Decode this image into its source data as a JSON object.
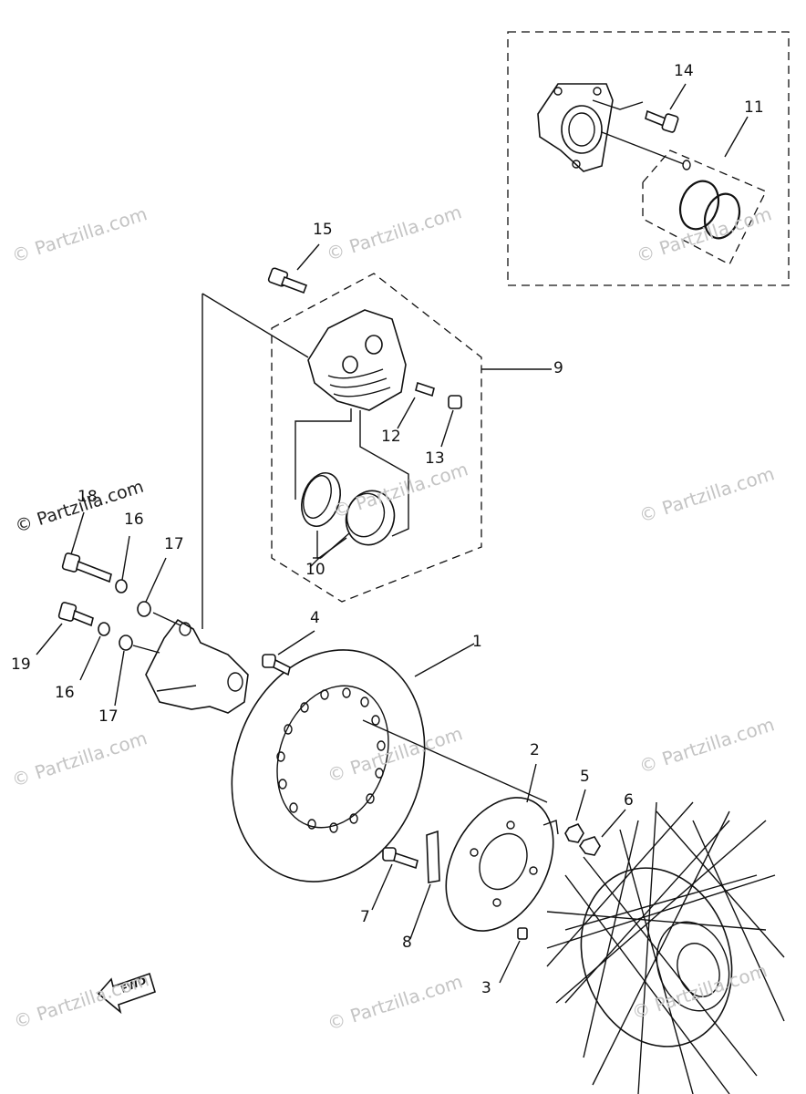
{
  "watermarks": [
    "© Partzilla.com",
    "© Partzilla.com",
    "© Partzilla.com",
    "© Partzilla.com",
    "© Partzilla.com",
    "© Partzilla.com",
    "© Partzilla.com",
    "© Partzilla.com",
    "© Partzilla.com",
    "© Partzilla.com",
    "© Partzilla.com",
    "© Partzilla.com"
  ],
  "fwd_label": "FWD",
  "callouts": [
    {
      "id": "c1",
      "text": "1"
    },
    {
      "id": "c2",
      "text": "2"
    },
    {
      "id": "c3",
      "text": "3"
    },
    {
      "id": "c4",
      "text": "4"
    },
    {
      "id": "c5",
      "text": "5"
    },
    {
      "id": "c6",
      "text": "6"
    },
    {
      "id": "c7",
      "text": "7"
    },
    {
      "id": "c8",
      "text": "8"
    },
    {
      "id": "c9",
      "text": "9"
    },
    {
      "id": "c10",
      "text": "10"
    },
    {
      "id": "c11",
      "text": "11"
    },
    {
      "id": "c12",
      "text": "12"
    },
    {
      "id": "c13",
      "text": "13"
    },
    {
      "id": "c14",
      "text": "14"
    },
    {
      "id": "c15",
      "text": "15"
    },
    {
      "id": "c16a",
      "text": "16"
    },
    {
      "id": "c16b",
      "text": "16"
    },
    {
      "id": "c17a",
      "text": "17"
    },
    {
      "id": "c17b",
      "text": "17"
    },
    {
      "id": "c18",
      "text": "18"
    },
    {
      "id": "c19",
      "text": "19"
    }
  ]
}
